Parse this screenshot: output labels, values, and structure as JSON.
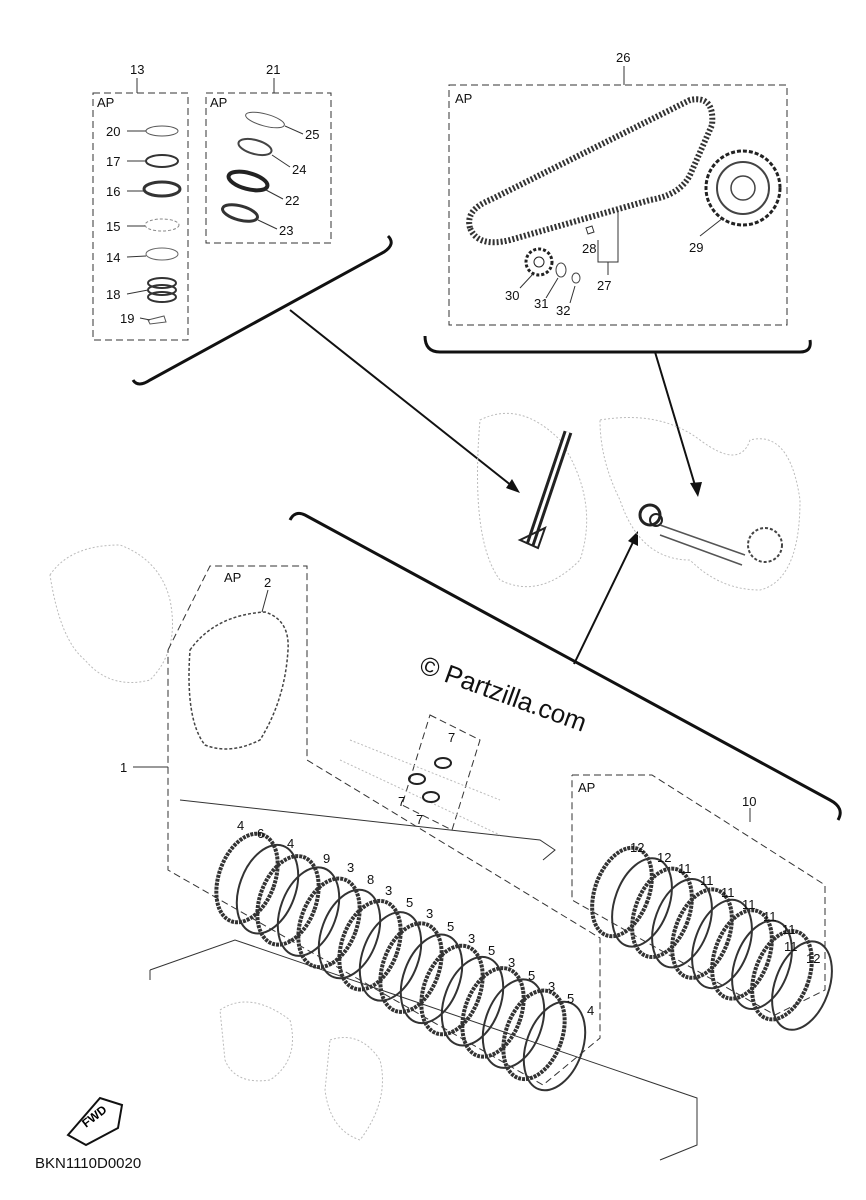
{
  "watermark": "© Partzilla.com",
  "diagram_code": "BKN1110D0020",
  "fwd_icon_text": "FWD",
  "boxes": {
    "kit_13": {
      "ap": "AP",
      "number": "13"
    },
    "kit_21": {
      "ap": "AP",
      "number": "21"
    },
    "kit_26": {
      "ap": "AP",
      "number": "26"
    },
    "kit_1": {
      "ap": "AP",
      "number": "1"
    },
    "kit_10": {
      "ap": "AP",
      "number": "10"
    }
  },
  "labels": {
    "p20": "20",
    "p17": "17",
    "p16": "16",
    "p15": "15",
    "p14": "14",
    "p18": "18",
    "p19": "19",
    "p25": "25",
    "p24": "24",
    "p22": "22",
    "p23": "23",
    "p28": "28",
    "p29": "29",
    "p27": "27",
    "p30": "30",
    "p31": "31",
    "p32": "32",
    "p2": "2",
    "c1": "4",
    "c2": "6",
    "c3": "4",
    "c4": "9",
    "c5": "3",
    "c6": "8",
    "c7": "3",
    "c8": "5",
    "c9": "3",
    "c10": "5",
    "c11": "3",
    "c12": "5",
    "c13": "3",
    "c14": "5",
    "c15": "3",
    "c16": "5",
    "c17": "4",
    "s1": "7",
    "s2": "7",
    "s3": "7",
    "k1": "12",
    "k2": "12",
    "k3": "11",
    "k4": "11",
    "k5": "11",
    "k6": "11",
    "k7": "11",
    "k8": "11",
    "k9": "11",
    "k10": "12"
  }
}
